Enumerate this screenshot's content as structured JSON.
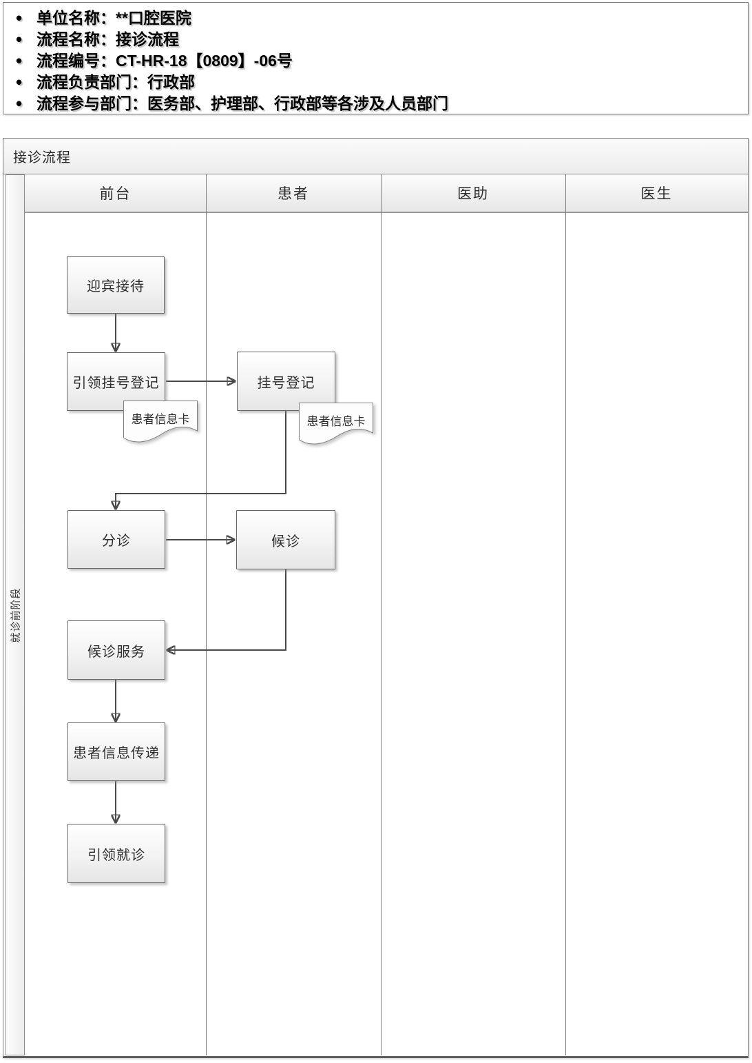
{
  "info": {
    "items": [
      "单位名称：**口腔医院",
      "流程名称：接诊流程",
      "流程编号：CT-HR-18【0809】-06号",
      "流程负责部门：行政部",
      "流程参与部门：医务部、护理部、行政部等各涉及人员部门"
    ]
  },
  "flowchart": {
    "title": "接诊流程",
    "phase_label": "就诊前阶段",
    "lanes": [
      "前台",
      "患者",
      "医助",
      "医生"
    ],
    "nodes": {
      "welcome": "迎宾接待",
      "guide_register": "引领挂号登记",
      "register": "挂号登记",
      "patient_card_1": "患者信息卡",
      "patient_card_2": "患者信息卡",
      "triage": "分诊",
      "wait": "候诊",
      "wait_service": "候诊服务",
      "info_transfer": "患者信息传递",
      "guide_visit": "引领就诊"
    },
    "colors": {
      "node_border": "#666666",
      "node_fill_top": "#ffffff",
      "node_fill_bottom": "#e5e5e5",
      "connector": "#4a4a4a",
      "frame_border": "#7a7a7a",
      "header_fill": "#e7e7e7",
      "text": "#2e2e2e"
    }
  }
}
